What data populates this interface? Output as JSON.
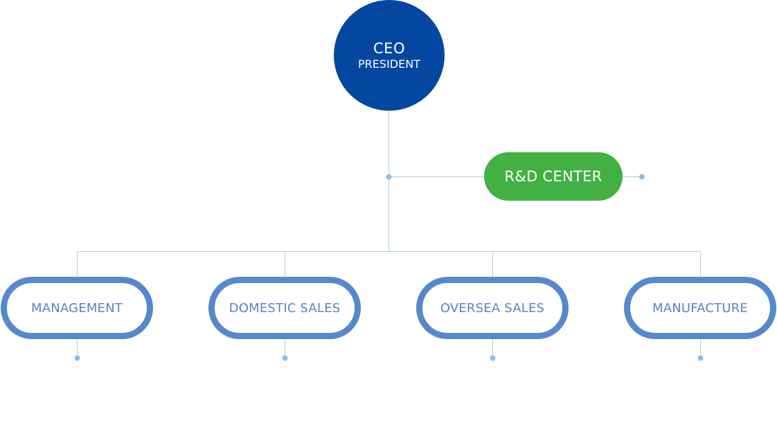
{
  "org": {
    "ceo": {
      "title": "CEO",
      "subtitle": "PRESIDENT"
    },
    "rnd": {
      "label": "R&D CENTER"
    },
    "departments": [
      {
        "label": "MANAGEMENT"
      },
      {
        "label": "DOMESTIC SALES"
      },
      {
        "label": "OVERSEA SALES"
      },
      {
        "label": "MANUFACTURE"
      }
    ]
  },
  "colors": {
    "ceo_fill": "#0347a0",
    "rnd_fill": "#43b043",
    "dept_border": "#5589cc",
    "dept_text": "#5784c4",
    "connector_line": "#a9cfe2",
    "connector_dot": "#8fbde6"
  }
}
